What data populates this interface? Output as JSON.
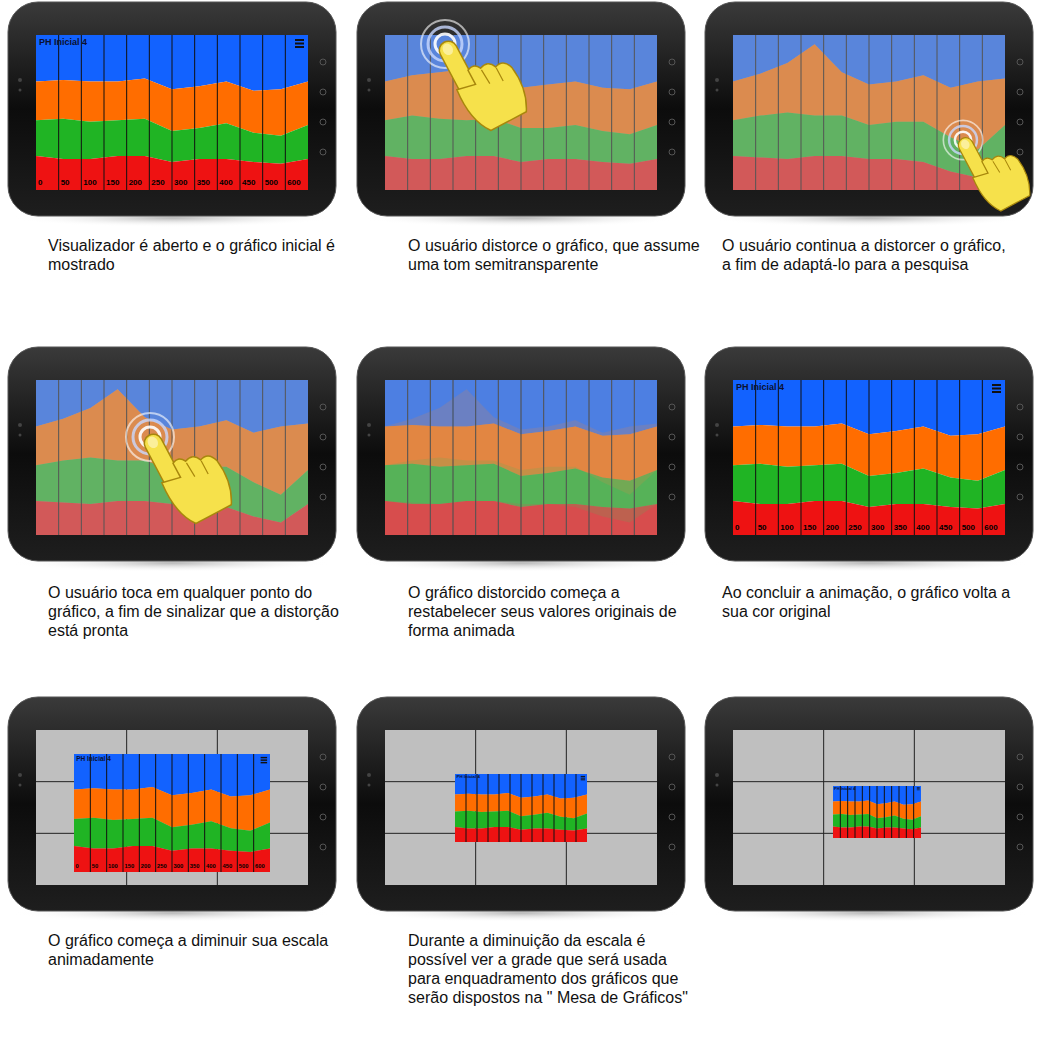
{
  "diagram": {
    "labels": [
      "PH Inicial 4",
      "0",
      "50",
      "100",
      "150",
      "200",
      "250",
      "300",
      "350",
      "400",
      "450",
      "500",
      "600",
      "Visualizador é aberto e o gráfico inicial é mostrado",
      "O usuário distorce o gráfico, que assume uma tom semitransparente",
      "O usuário continua a distorcer o gráfico, a fim de adaptá-lo para a pesquisa",
      "O usuário toca em qualquer ponto do gráfico, a fim de sinalizar que a distorção está pronta",
      "O gráfico distorcido começa a restabelecer seus valores originais de forma animada",
      "PH Inicial 4",
      "0",
      "50",
      "100",
      "150",
      "200",
      "250",
      "300",
      "350",
      "400",
      "450",
      "500",
      "600",
      "Ao concluir a animação, o gráfico volta a sua cor original",
      "PH Inicial 4",
      "0",
      "50",
      "100",
      "150",
      "200",
      "250",
      "300",
      "350",
      "400",
      "450",
      "500",
      "600",
      "O gráfico começa a diminuir sua escala animadamente",
      "PH Inicial 4",
      "Durante a diminuição da escala é possível ver a grade que será usada para enquadramento dos gráficos que serão dispostos na \" Mesa de Gráficos\"",
      "PH Inicial 4"
    ]
  }
}
